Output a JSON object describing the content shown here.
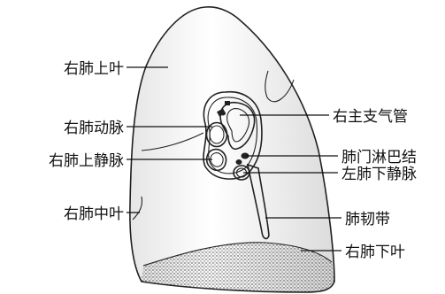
{
  "labels": {
    "right_upper_lobe": "右肺上叶",
    "right_pulmonary_artery": "右肺动脉",
    "right_superior_pulmonary_vein": "右肺上静脉",
    "right_middle_lobe": "右肺中叶",
    "right_main_bronchus": "右主支气管",
    "hilar_lymph_nodes": "肺门淋巴结",
    "left_inferior_pulmonary_vein": "左肺下静脉",
    "pulmonary_ligament": "肺韧带",
    "right_lower_lobe": "右肺下叶"
  }
}
